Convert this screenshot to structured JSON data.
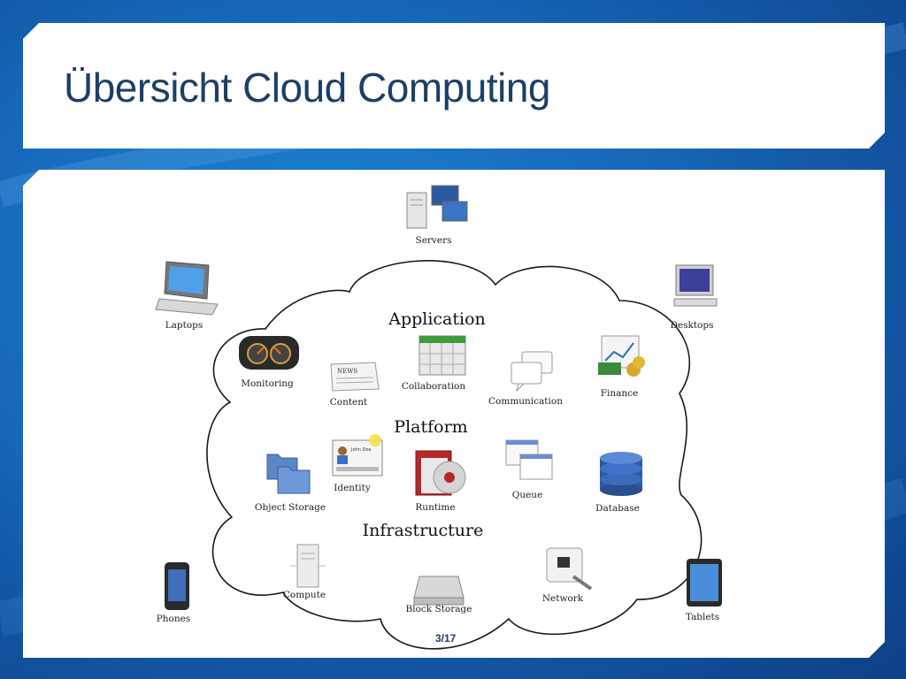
{
  "slide": {
    "title": "Übersicht Cloud Computing",
    "page_number": "3/17"
  },
  "diagram": {
    "layers": {
      "application": "Application",
      "platform": "Platform",
      "infrastructure": "Infrastructure"
    },
    "devices": {
      "servers": "Servers",
      "laptops": "Laptops",
      "desktops": "Desktops",
      "phones": "Phones",
      "tablets": "Tablets"
    },
    "services": {
      "monitoring": "Monitoring",
      "content": "Content",
      "collaboration": "Collaboration",
      "communication": "Communication",
      "finance": "Finance",
      "identity": "Identity",
      "object_storage": "Object Storage",
      "runtime": "Runtime",
      "queue": "Queue",
      "database": "Database",
      "compute": "Compute",
      "block_storage": "Block Storage",
      "network": "Network"
    },
    "icon_texts": {
      "news": "NEWS",
      "id_name": "John Doe"
    }
  },
  "colors": {
    "background": "#1667b8",
    "title": "#1d3f66",
    "panel": "#ffffff"
  }
}
